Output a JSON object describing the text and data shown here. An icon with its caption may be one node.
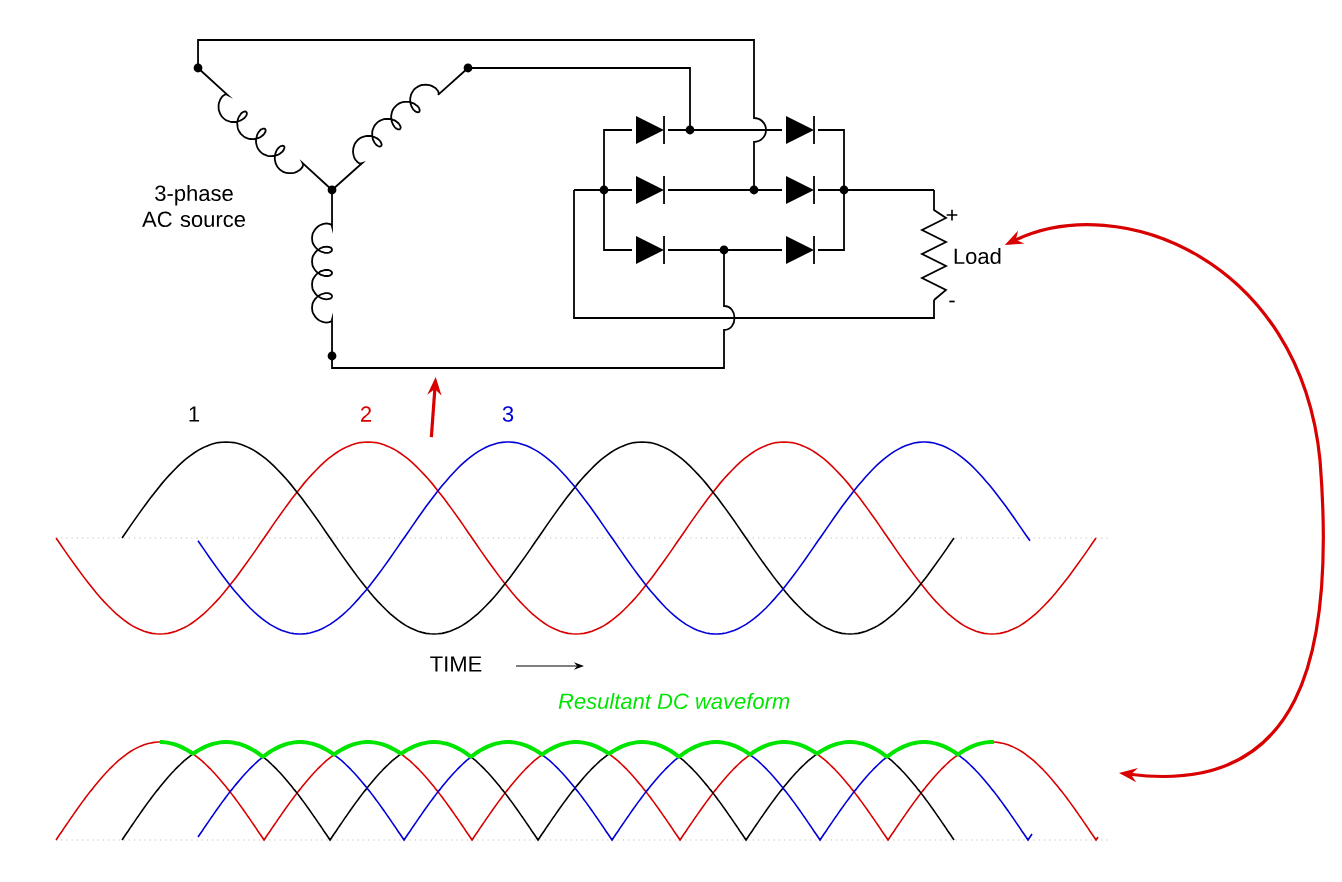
{
  "diagram": {
    "nodes": [
      {
        "text": [],
        "shape": "picture"
      },
      {
        "text": [
          "3-phase AC source"
        ]
      },
      {
        "text": [
          "Load"
        ]
      },
      {
        "text": [],
        "shape": "picture",
        "beside": [
          "1",
          "2",
          "3"
        ]
      },
      {
        "text": [
          "Resultant DC waveform"
        ]
      }
    ],
    "edges": [
      {
        "from": 3,
        "to": 0,
        "arrow": "to"
      },
      {
        "from": 2,
        "to": 4,
        "arrow": "both"
      }
    ],
    "labels": [
      "+",
      "-",
      "TIME"
    ]
  }
}
